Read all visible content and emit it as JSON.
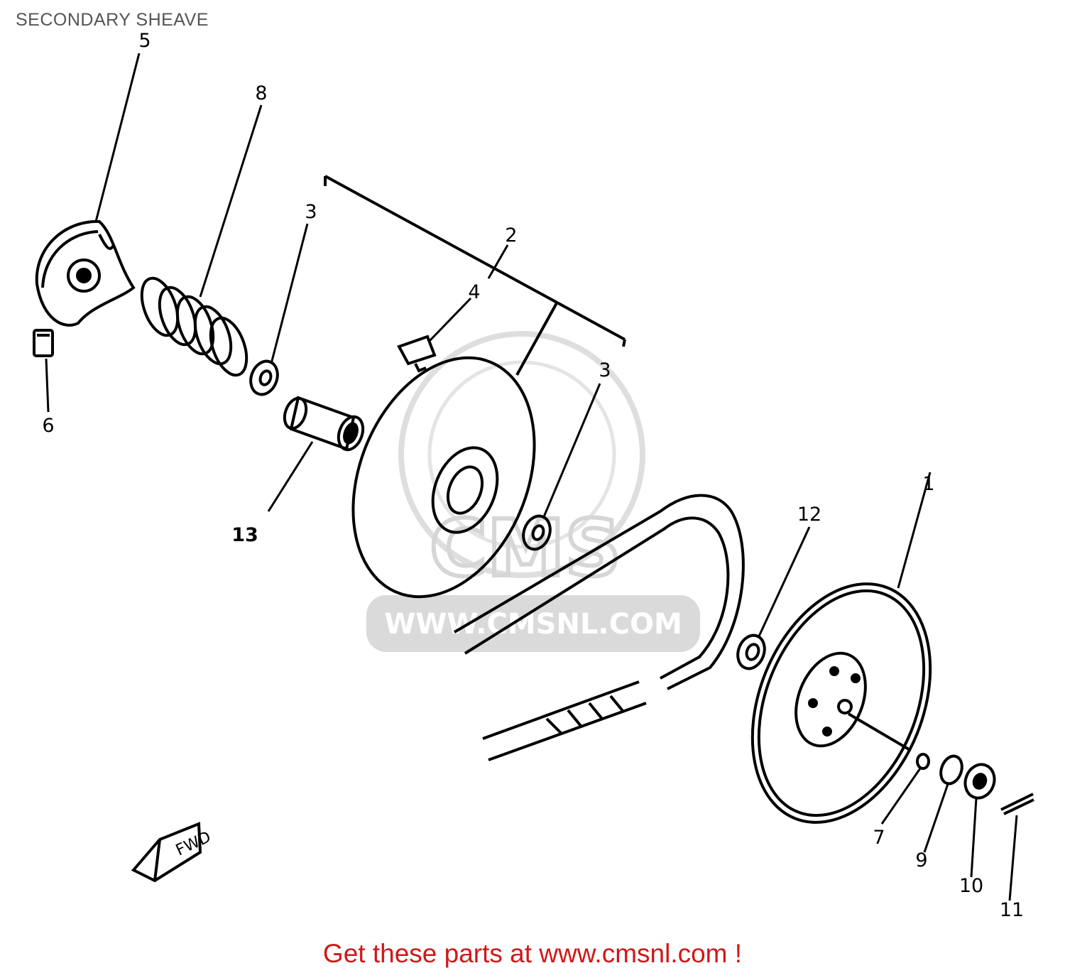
{
  "header": {
    "title": "SECONDARY SHEAVE"
  },
  "watermark": {
    "brand": "CMS",
    "url": "WWW.CMSNL.COM"
  },
  "fwd_tag": "FWD",
  "callouts": [
    "1",
    "2",
    "3",
    "3",
    "4",
    "5",
    "6",
    "7",
    "8",
    "9",
    "10",
    "11",
    "12",
    "13"
  ],
  "footer": {
    "link_text": "Get these parts at www.cmsnl.com !"
  },
  "colors": {
    "footer": "#d01818",
    "title": "#555555",
    "line": "#000000",
    "watermark": "#d6d6d6"
  }
}
